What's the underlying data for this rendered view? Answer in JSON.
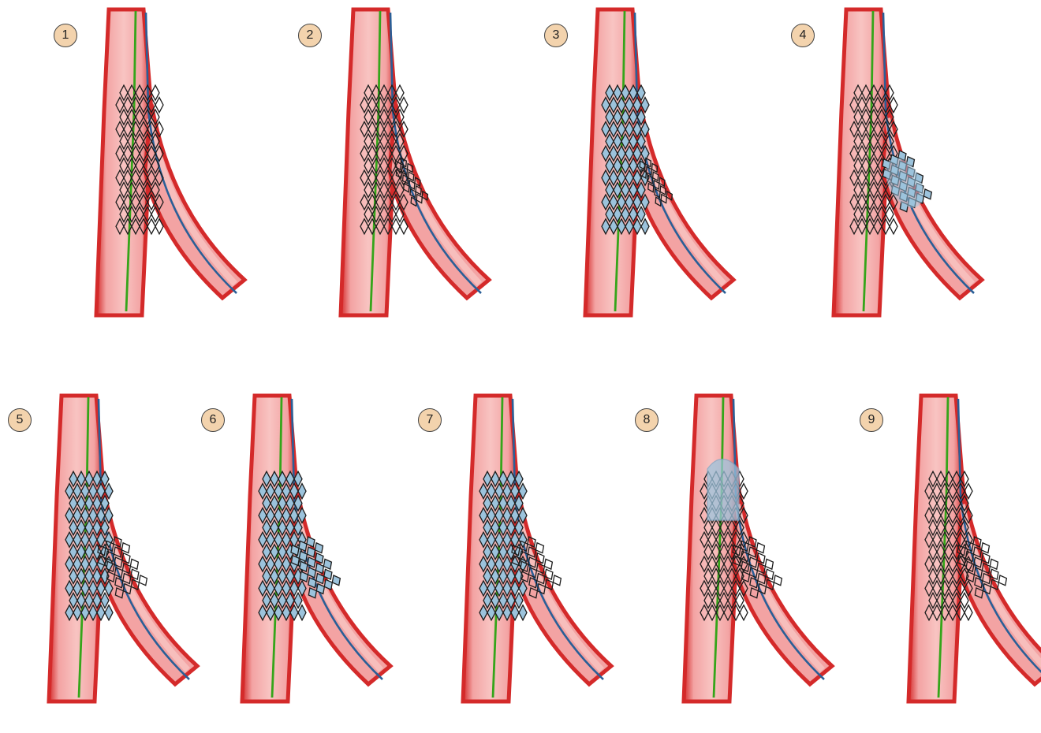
{
  "steps": [
    {
      "label": "1",
      "main_stent": "crimped",
      "side_stent": "none",
      "balloon": "none"
    },
    {
      "label": "2",
      "main_stent": "crimped",
      "side_stent": "crimped",
      "balloon": "none"
    },
    {
      "label": "3",
      "main_stent": "expanded",
      "side_stent": "crimped",
      "balloon": "main"
    },
    {
      "label": "4",
      "main_stent": "expanded",
      "side_stent": "expanded",
      "balloon": "side"
    },
    {
      "label": "5",
      "main_stent": "expanded",
      "side_stent": "deployed",
      "balloon": "main"
    },
    {
      "label": "6",
      "main_stent": "expanded",
      "side_stent": "deployed",
      "balloon": "kissing"
    },
    {
      "label": "7",
      "main_stent": "expanded",
      "side_stent": "deployed",
      "balloon": "partial"
    },
    {
      "label": "8",
      "main_stent": "expanded",
      "side_stent": "deployed",
      "balloon": "proximal"
    },
    {
      "label": "9",
      "main_stent": "expanded",
      "side_stent": "deployed",
      "balloon": "none"
    }
  ],
  "colors": {
    "vessel_wall": "#d42a2a",
    "vessel_lumen": "#f3a3a3",
    "vessel_core": "#f8c4c2",
    "main_wire": "#35a51a",
    "side_wire": "#2a5f97",
    "stent_strut": "#1c1c1c",
    "balloon": "#9cc3dc",
    "badge_fill": "#f3d3ad"
  }
}
